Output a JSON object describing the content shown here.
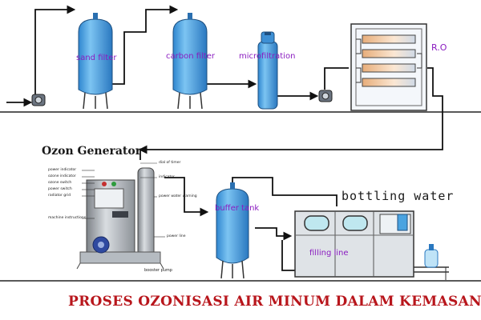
{
  "labels": {
    "sand_filter": "sand filter",
    "carbon_filter": "carbon filter",
    "microfiltration": "microfiltration",
    "ro": "R.O",
    "ozon_generator": "Ozon Generator",
    "buffer_tank": "buffer tank",
    "bottling_water": "bottling water",
    "filling_line": "filling line",
    "booster_pump": "booster pump"
  },
  "generator_callouts": {
    "left": [
      "power indicator",
      "ozone indicator",
      "ozone switch",
      "power switch",
      "radiator grid",
      "machine instructions"
    ],
    "right_top": [
      "dial of timer",
      "indicator"
    ],
    "right_mid": "power water warning",
    "right_low": "power line"
  },
  "footer": {
    "title": "PROSES OZONISASI AIR MINUM DALAM KEMASAN"
  },
  "colors": {
    "tank_blue": "#4aa3e0",
    "pipe": "#111111",
    "label_purple": "#8a1cc0",
    "footer_red": "#b8161c"
  }
}
